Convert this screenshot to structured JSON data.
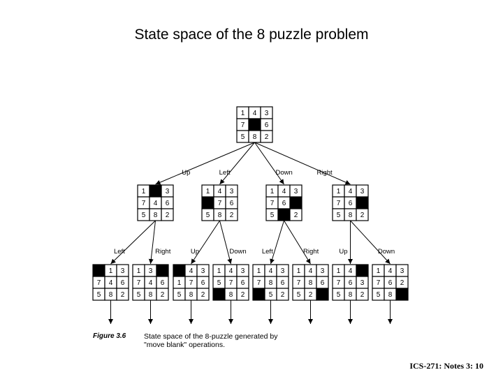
{
  "title": "State space of the 8 puzzle problem",
  "footer": "ICS-271: Notes 3: 10",
  "figure": {
    "number": "Figure 3.6",
    "caption_line1": "State space of the 8-puzzle generated by",
    "caption_line2": "\"move blank\" operations."
  },
  "tree": {
    "root": [
      [
        1,
        4,
        3
      ],
      [
        7,
        0,
        6
      ],
      [
        5,
        8,
        2
      ]
    ],
    "level1": [
      {
        "move": "Up",
        "board": [
          [
            1,
            0,
            3
          ],
          [
            7,
            4,
            6
          ],
          [
            5,
            8,
            2
          ]
        ]
      },
      {
        "move": "Left",
        "board": [
          [
            1,
            4,
            3
          ],
          [
            0,
            7,
            6
          ],
          [
            5,
            8,
            2
          ]
        ]
      },
      {
        "move": "Down",
        "board": [
          [
            1,
            4,
            3
          ],
          [
            7,
            6,
            0
          ],
          [
            5,
            0,
            2
          ]
        ]
      },
      {
        "move": "Right",
        "board": [
          [
            1,
            4,
            3
          ],
          [
            7,
            6,
            0
          ],
          [
            5,
            8,
            2
          ]
        ]
      }
    ],
    "level2": [
      {
        "move": "Left",
        "board": [
          [
            0,
            1,
            3
          ],
          [
            7,
            4,
            6
          ],
          [
            5,
            8,
            2
          ]
        ]
      },
      {
        "move": "Right",
        "board": [
          [
            1,
            3,
            0
          ],
          [
            7,
            4,
            6
          ],
          [
            5,
            8,
            2
          ]
        ]
      },
      {
        "move": "Up",
        "board": [
          [
            0,
            4,
            3
          ],
          [
            1,
            7,
            6
          ],
          [
            5,
            8,
            2
          ]
        ]
      },
      {
        "move": "Down",
        "board": [
          [
            1,
            4,
            3
          ],
          [
            5,
            7,
            6
          ],
          [
            0,
            8,
            2
          ]
        ]
      },
      {
        "move": "Left",
        "board": [
          [
            1,
            4,
            3
          ],
          [
            7,
            8,
            6
          ],
          [
            0,
            5,
            2
          ]
        ]
      },
      {
        "move": "Right",
        "board": [
          [
            1,
            4,
            3
          ],
          [
            7,
            8,
            6
          ],
          [
            5,
            2,
            0
          ]
        ]
      },
      {
        "move": "Up",
        "board": [
          [
            1,
            4,
            0
          ],
          [
            7,
            6,
            3
          ],
          [
            5,
            8,
            2
          ]
        ]
      },
      {
        "move": "Down",
        "board": [
          [
            1,
            4,
            3
          ],
          [
            7,
            6,
            2
          ],
          [
            5,
            8,
            0
          ]
        ]
      }
    ]
  }
}
